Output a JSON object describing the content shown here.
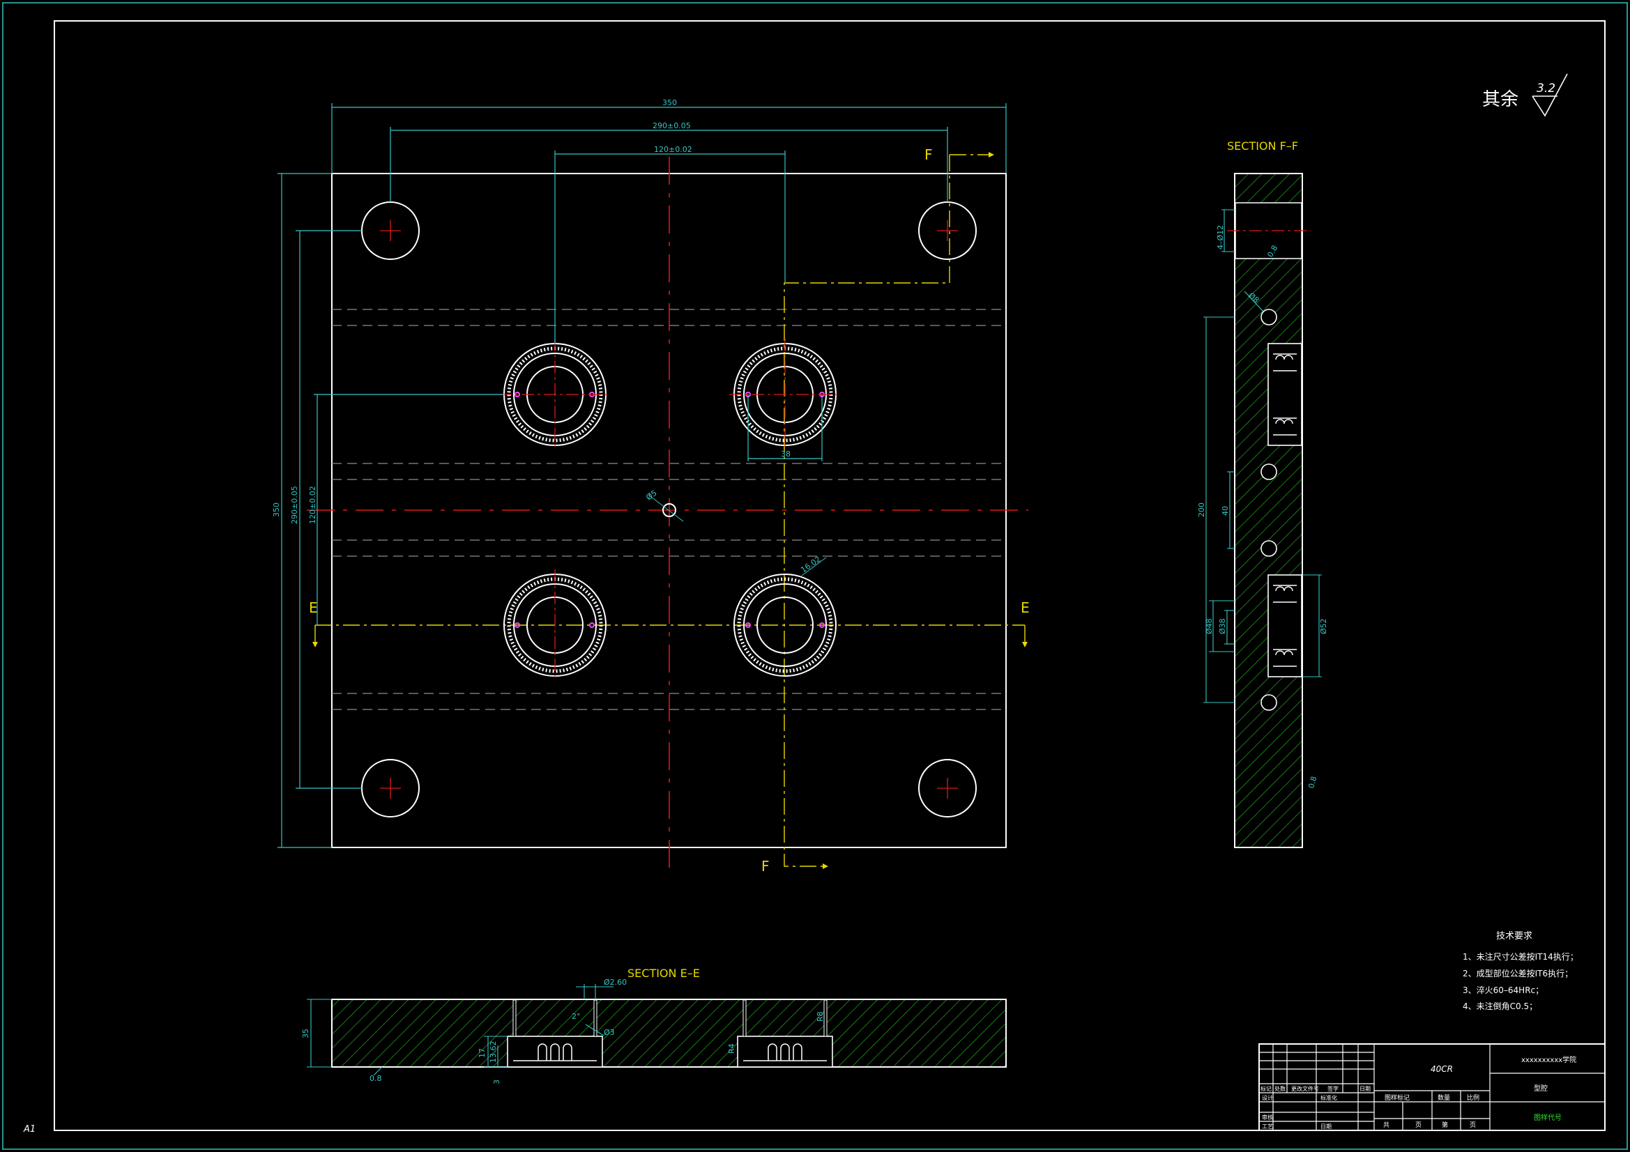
{
  "sheet": {
    "size_label": "A1",
    "roughness_note": "其余",
    "roughness_value": "3.2"
  },
  "plan_view": {
    "dims": {
      "overall_width": "350",
      "pin_spacing_x": "290±0.05",
      "cavity_spacing_x": "120±0.02",
      "overall_height": "350",
      "pin_spacing_y": "290±0.05",
      "cavity_spacing_y": "120±0.02",
      "bolt_spacing": "38",
      "center_hole": "Ø5",
      "cavity_dia": "16.02"
    },
    "section_marks": {
      "f_top": "F",
      "f_bottom": "F",
      "e_left": "E",
      "e_right": "E"
    }
  },
  "section_ff": {
    "title": "SECTION F–F",
    "dims": {
      "top_hole": "4–Ø12",
      "roughness_top": "0.8",
      "angle_dim": "Ø8",
      "vert_span": "200",
      "small_span": "40",
      "bore_a": "Ø48",
      "bore_b": "Ø38",
      "bore_c": "Ø52",
      "roughness_side": "0.8"
    }
  },
  "section_ee": {
    "title": "SECTION E–E",
    "dims": {
      "thickness": "35",
      "pin_dia": "Ø2.60",
      "angle": "2°",
      "small_dia": "Ø3",
      "d1": "17",
      "d2": "13.62",
      "d3": "3",
      "d4": "R4",
      "d5": "R8",
      "roughness": "0.8"
    }
  },
  "tech_requirements": {
    "title": "技术要求",
    "items": [
      "1、未注尺寸公差按IT14执行；",
      "2、成型部位公差按IT6执行；",
      "3、淬火60–64HRc；",
      "4、未注倒角C0.5；"
    ]
  },
  "title_block": {
    "material": "40CR",
    "school": "xxxxxxxxxx学院",
    "part_name": "型腔",
    "drawing_no": "图样代号",
    "hdr_mark": "标记",
    "hdr_count": "处数",
    "hdr_change": "更改文件号",
    "hdr_sign": "签字",
    "hdr_date": "日期",
    "row_design": "设计",
    "row_standard": "标准化",
    "row_check": "审核",
    "row_process": "工艺",
    "row_date": "日期",
    "stage_mark": "图样标记",
    "weight": "数量",
    "scale": "比例",
    "total": "共",
    "sheets": "页",
    "sheet_no": "第",
    "page": "页"
  }
}
